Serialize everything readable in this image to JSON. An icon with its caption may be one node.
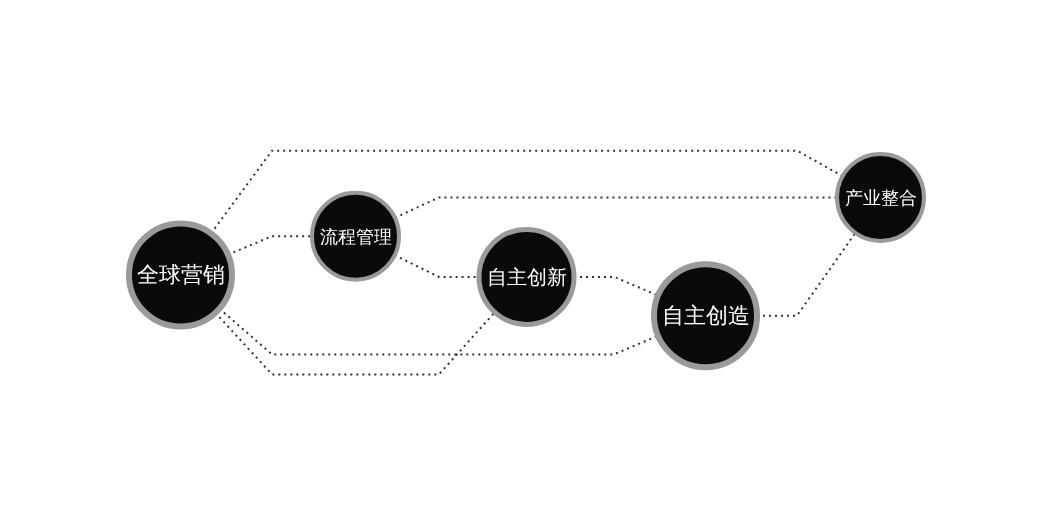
{
  "diagram": {
    "nodes": [
      {
        "text": [
          "全球营销"
        ]
      },
      {
        "text": [
          "流程管理"
        ]
      },
      {
        "text": [
          "产业整合"
        ]
      },
      {
        "text": [
          "自主创新"
        ]
      },
      {
        "text": [
          "自主创造"
        ]
      }
    ],
    "edges": [
      {
        "from": 0,
        "to": 2,
        "arrow": "none"
      },
      {
        "from": 0,
        "to": 1,
        "arrow": "none"
      },
      {
        "from": 0,
        "to": 4,
        "arrow": "none"
      },
      {
        "from": 0,
        "to": 3,
        "arrow": "none"
      },
      {
        "from": 1,
        "to": 2,
        "arrow": "none"
      },
      {
        "from": 1,
        "to": 3,
        "arrow": "none"
      },
      {
        "from": 3,
        "to": 4,
        "arrow": "none"
      },
      {
        "from": 4,
        "to": 2,
        "arrow": "none"
      }
    ]
  }
}
